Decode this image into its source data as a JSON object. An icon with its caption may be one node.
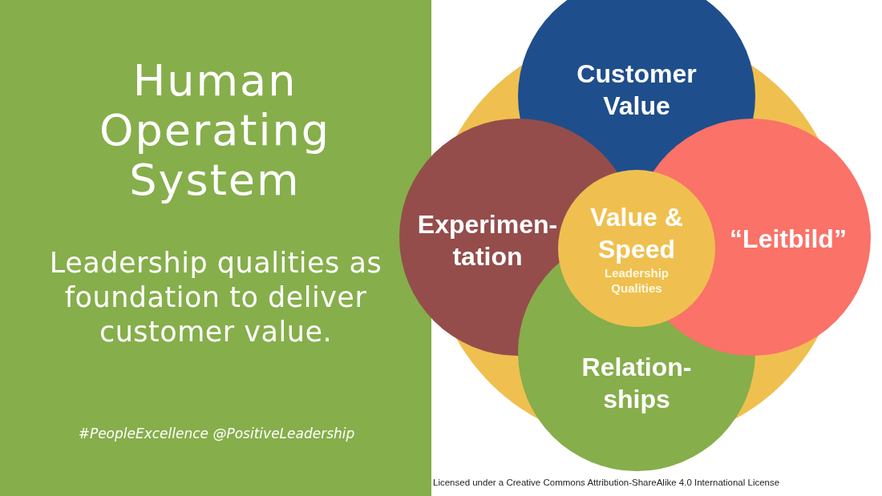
{
  "diagram": {
    "title": "Human Operating System",
    "nodes": [
      {
        "text": [
          "Customer Value"
        ]
      },
      {
        "text": [
          "Experimen- tation"
        ]
      },
      {
        "text": [
          "Value & Speed",
          "Leadership Qualities"
        ]
      },
      {
        "text": [
          "“Leitbild”"
        ]
      },
      {
        "text": [
          "Relation- ships"
        ]
      }
    ],
    "labels": [
      "Leadership qualities as foundation to deliver customer value.",
      "#PeopleExcellence @PositiveLeadership",
      "Licensed under a Creative Commons Attribution-ShareAlike 4.0 International License"
    ]
  }
}
